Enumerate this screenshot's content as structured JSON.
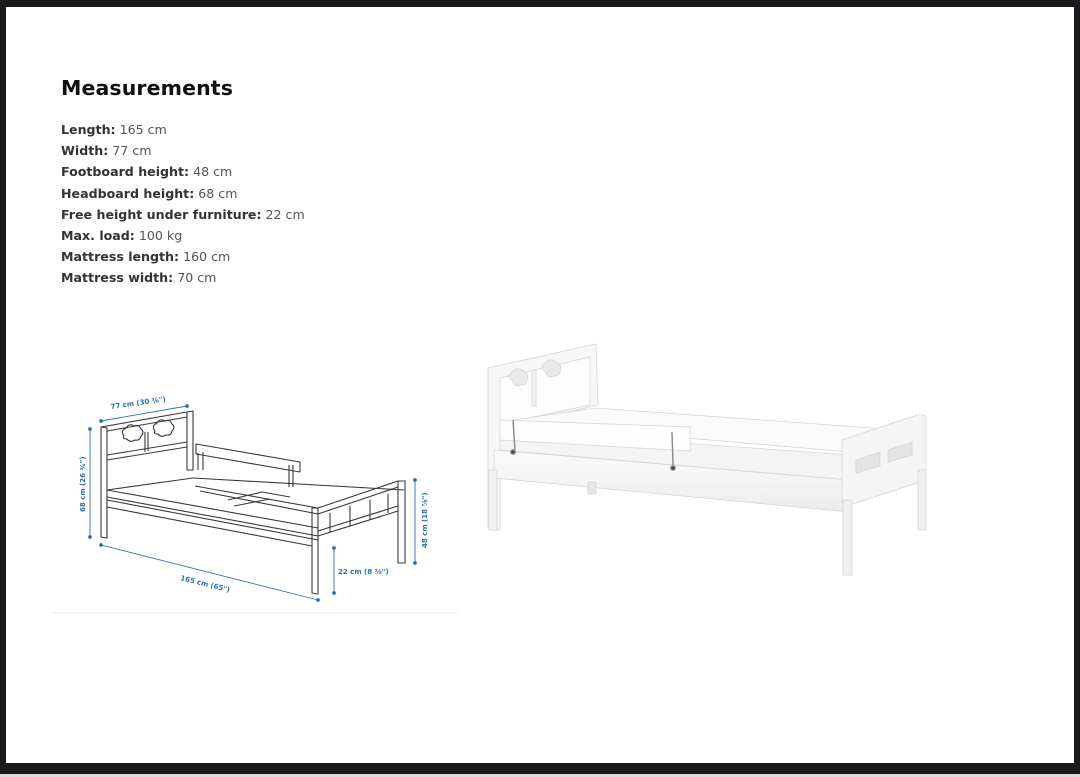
{
  "title": "Measurements",
  "specs": [
    {
      "label": "Length:",
      "value": "165 cm"
    },
    {
      "label": "Width:",
      "value": "77 cm"
    },
    {
      "label": "Footboard height:",
      "value": "48 cm"
    },
    {
      "label": "Headboard height:",
      "value": "68 cm"
    },
    {
      "label": "Free height under furniture:",
      "value": "22 cm"
    },
    {
      "label": "Max. load:",
      "value": "100 kg"
    },
    {
      "label": "Mattress length:",
      "value": "160 cm"
    },
    {
      "label": "Mattress width:",
      "value": "70 cm"
    }
  ],
  "diagram": {
    "width_label": "77 cm (30 ⅜\")",
    "headboard_label": "68 cm (26 ¾\")",
    "length_label": "165 cm (65\")",
    "clearance_label": "22 cm (8 ⅝\")",
    "footboard_label": "48 cm (18 ⅞\")",
    "dimension_color": "#2e6db5"
  },
  "photo": {
    "description": "White children's bed with headboard cut-outs and safety rail"
  }
}
